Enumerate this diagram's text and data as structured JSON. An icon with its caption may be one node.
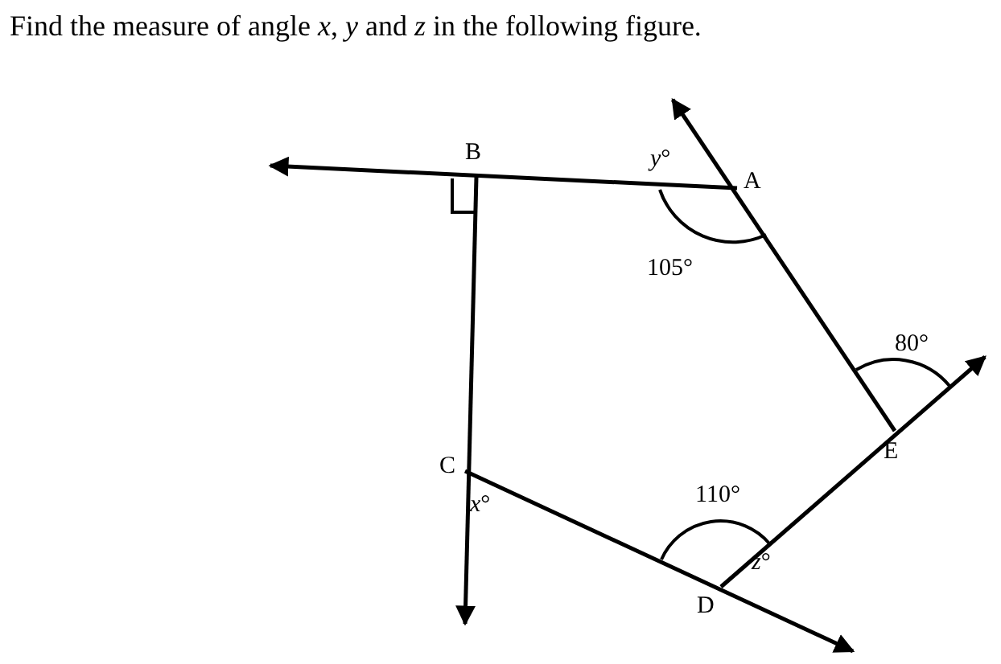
{
  "diagram": {
    "title": "Find the measure of angle *x*, *y* and *z* in the following figure.",
    "labels": [
      "B",
      "*y*°",
      "A",
      "105°",
      "80°",
      "E",
      "C",
      "*x*°",
      "110°",
      "*z*°",
      "D"
    ]
  }
}
